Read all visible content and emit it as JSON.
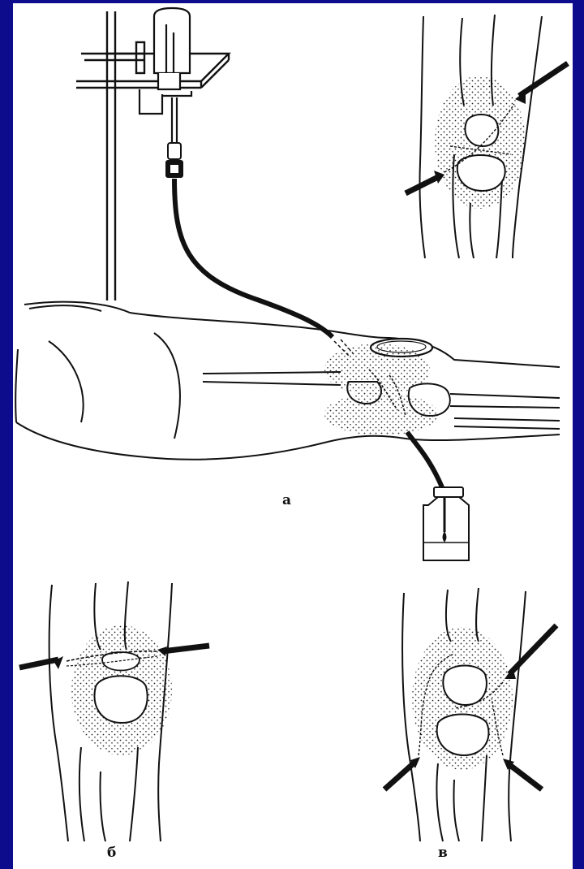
{
  "figure": {
    "background_color": "#0c0c8c",
    "panel_color": "#ffffff",
    "ink_color": "#111111"
  },
  "labels": {
    "a": "а",
    "b": "б",
    "v": "в"
  }
}
